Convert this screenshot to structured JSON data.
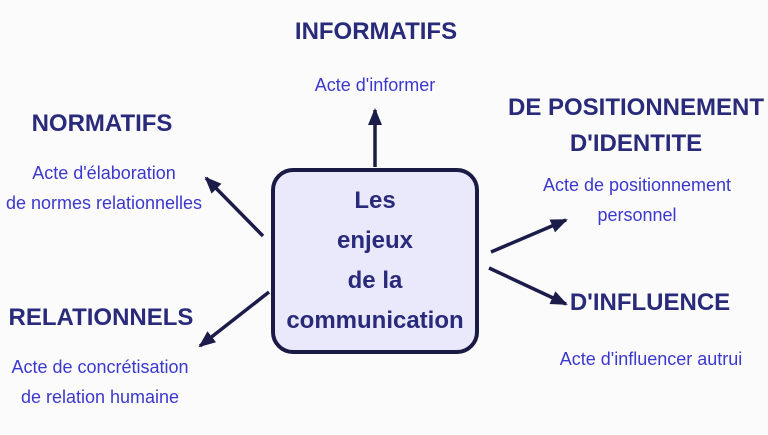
{
  "colors": {
    "bg": "#fbfbfb",
    "heading": "#2a2a7a",
    "body": "#3b38cd",
    "arrow": "#1c1c4a",
    "box_fill": "#e9e9fb",
    "box_border": "#1a1a45"
  },
  "center": {
    "lines": [
      "Les",
      "enjeux",
      "de la",
      "communication"
    ]
  },
  "nodes": {
    "informatifs": {
      "title": "INFORMATIFS",
      "lines": [
        "Acte d'informer"
      ]
    },
    "normatifs": {
      "title": "NORMATIFS",
      "lines": [
        "Acte d'élaboration",
        "de normes relationnelles"
      ]
    },
    "relationnels": {
      "title": "RELATIONNELS",
      "lines": [
        "Acte de concrétisation",
        "de relation humaine"
      ]
    },
    "positionnement": {
      "title_lines": [
        "DE POSITIONNEMENT",
        "D'IDENTITE"
      ],
      "lines": [
        "Acte de positionnement",
        "personnel"
      ]
    },
    "influence": {
      "title": "D'INFLUENCE",
      "lines": [
        "Acte d'influencer autrui"
      ]
    }
  }
}
